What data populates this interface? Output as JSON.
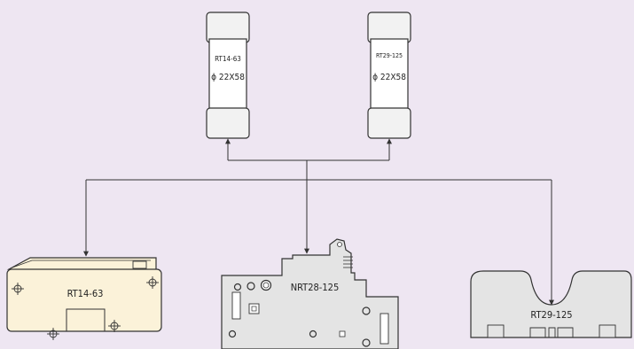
{
  "colors": {
    "background": "#eee6f2",
    "line": "#333333",
    "fuse_body": "#ffffff",
    "fuse_cap": "#f2f2f2",
    "holder_rt14": "#fbf2d9",
    "holder_gray": "#e4e4e4"
  },
  "fuses": [
    {
      "model": "RT14-63",
      "size": "ϕ 22X58"
    },
    {
      "model": "RT29-125",
      "size": "ϕ 22X58"
    }
  ],
  "holders": [
    {
      "label": "RT14-63"
    },
    {
      "label": "NRT28-125"
    },
    {
      "label": "RT29-125"
    }
  ]
}
